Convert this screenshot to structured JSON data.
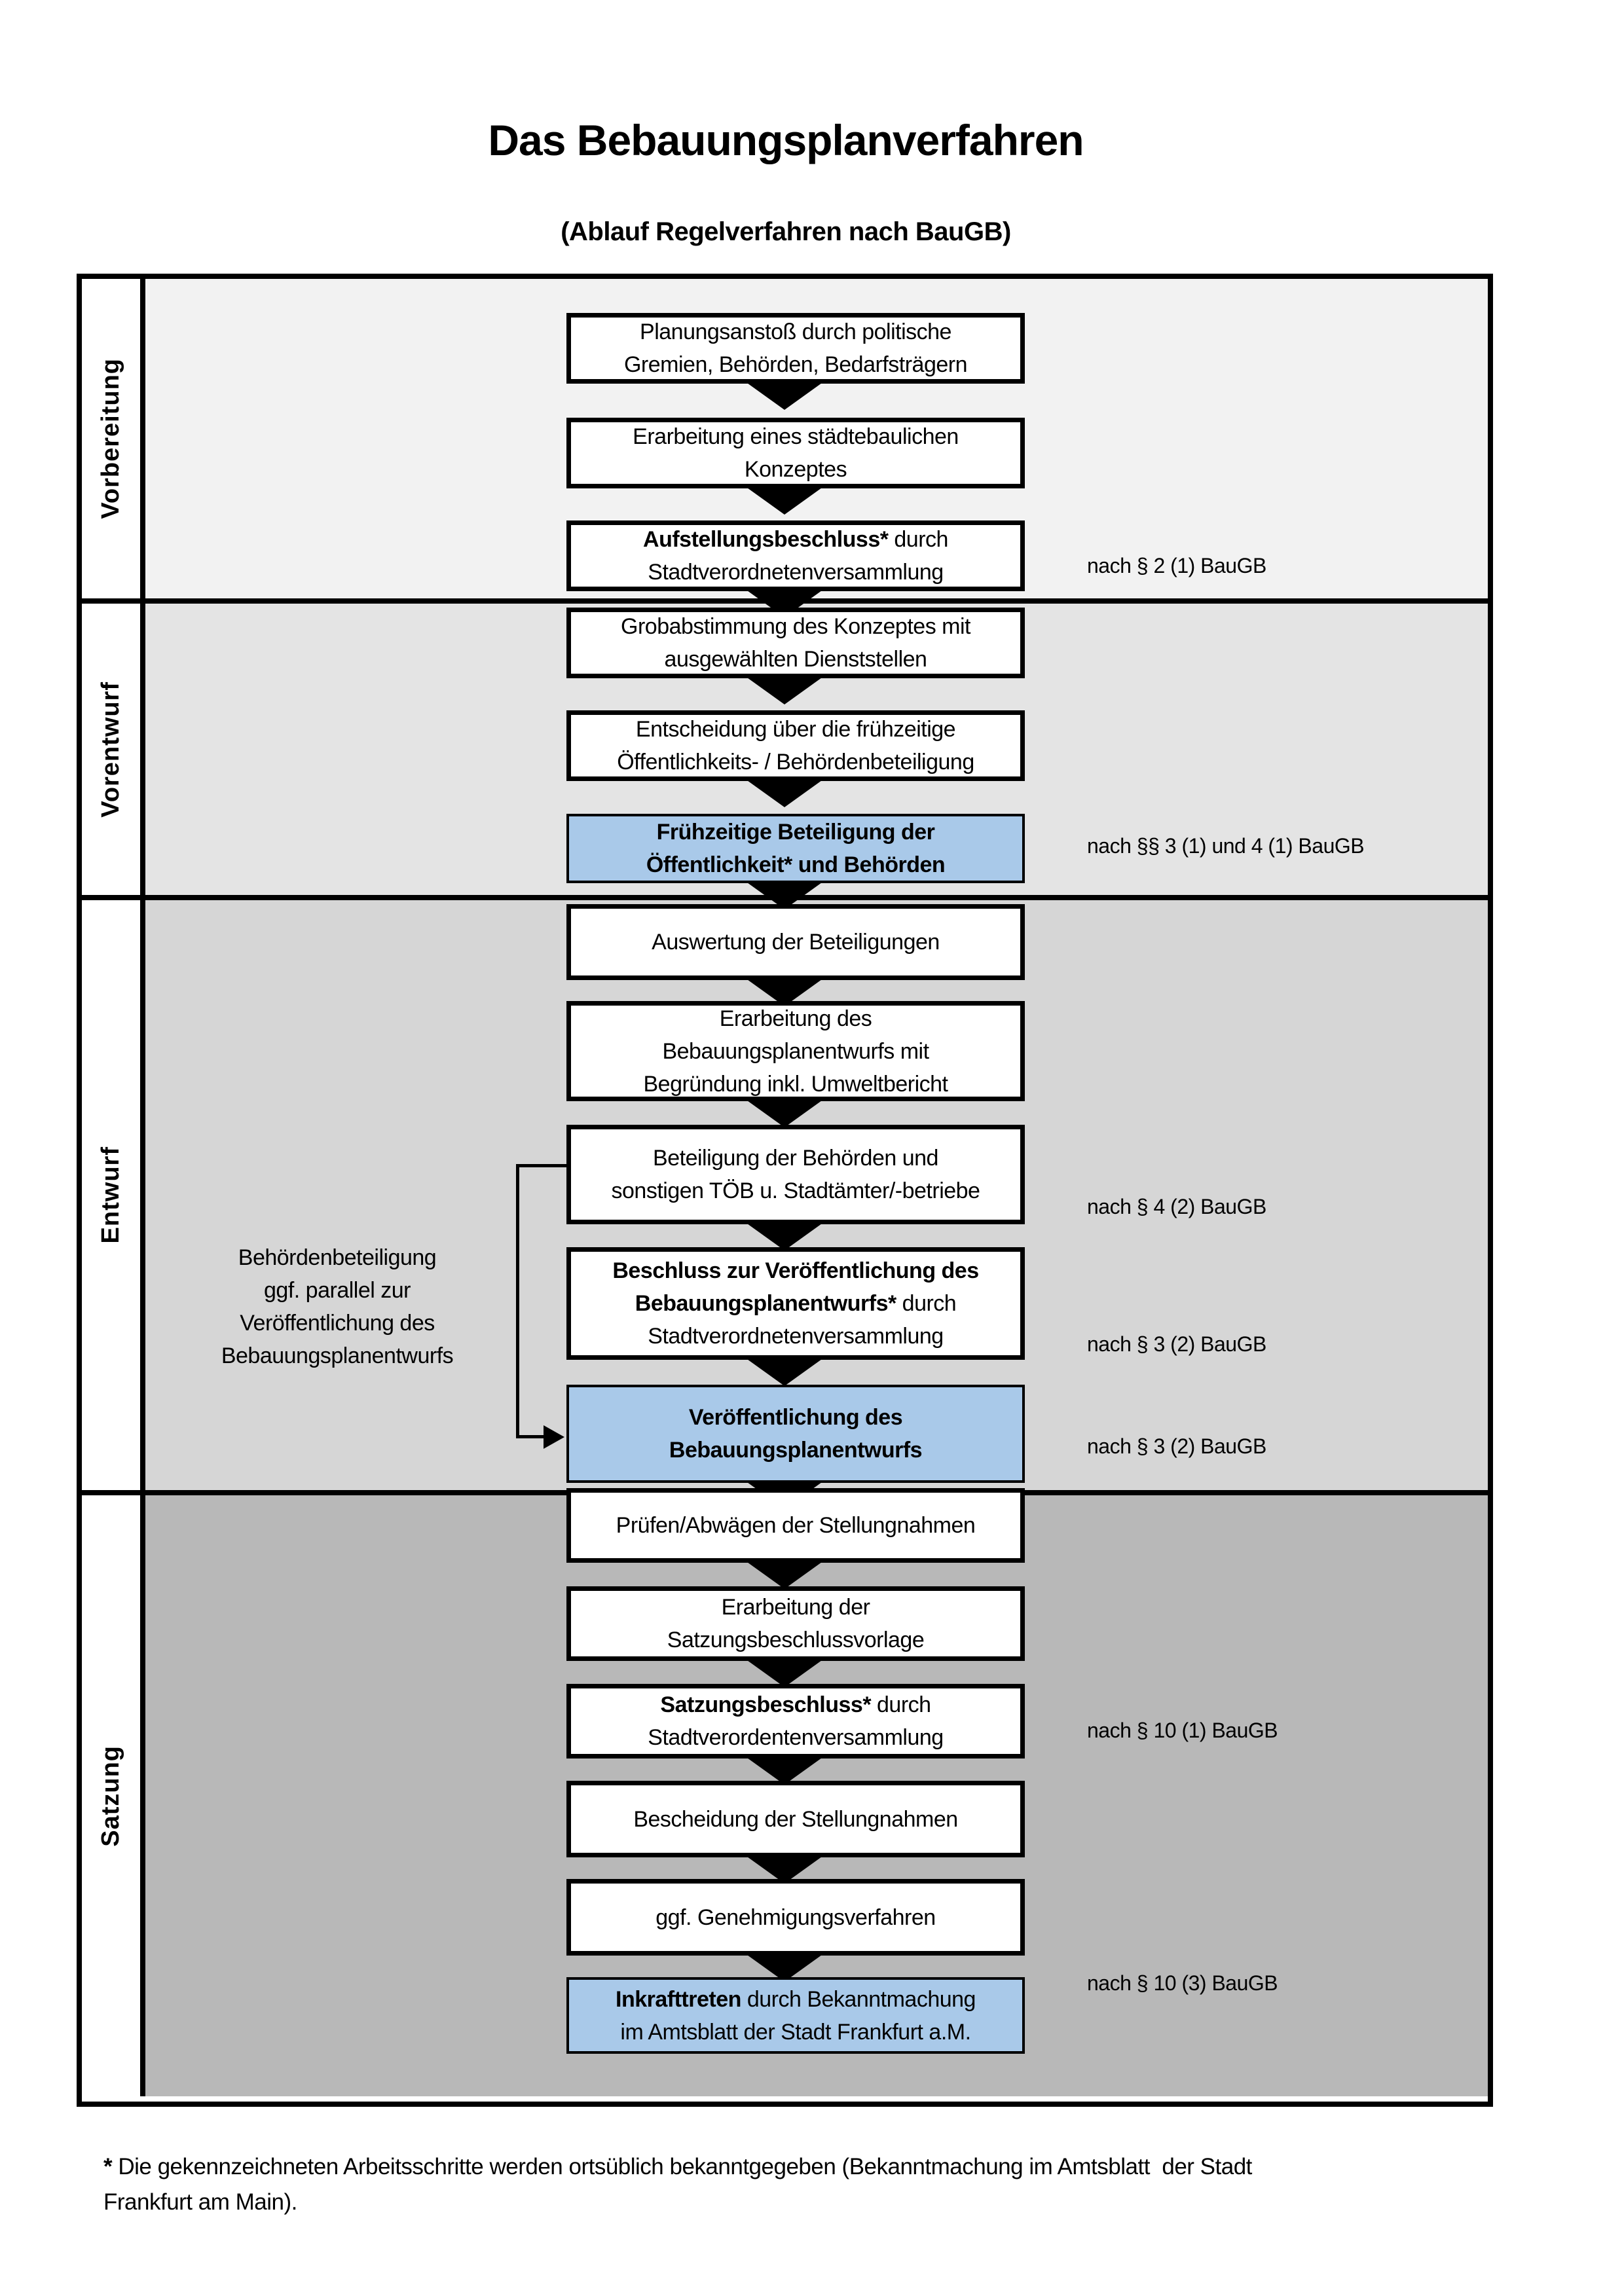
{
  "title": "Das Bebauungsplanverfahren",
  "subtitle": "(Ablauf Regelverfahren nach BauGB)",
  "colors": {
    "highlight_box": "#a9c9e9",
    "box_border": "#000000",
    "section_backgrounds": [
      "#f2f2f2",
      "#e4e4e4",
      "#d6d6d6",
      "#b8b8b8"
    ]
  },
  "sections": [
    {
      "label": "Vorbereitung",
      "steps": [
        {
          "bold": "",
          "text": "Planungsanstoß durch politische\nGremien, Behörden, Bedarfsträgern",
          "highlighted": false,
          "ref": ""
        },
        {
          "bold": "",
          "text": "Erarbeitung eines städtebaulichen\nKonzeptes",
          "highlighted": false,
          "ref": ""
        },
        {
          "bold": "Aufstellungsbeschluss*",
          "text": " durch\nStadtverordnetenversammlung",
          "highlighted": false,
          "ref": "nach § 2 (1) BauGB"
        }
      ]
    },
    {
      "label": "Vorentwurf",
      "steps": [
        {
          "bold": "",
          "text": "Grobabstimmung des Konzeptes mit\nausgewählten Dienststellen",
          "highlighted": false,
          "ref": ""
        },
        {
          "bold": "",
          "text": "Entscheidung über die frühzeitige\nÖffentlichkeits- / Behördenbeteiligung",
          "highlighted": false,
          "ref": ""
        },
        {
          "bold": "Frühzeitige Beteiligung der\nÖffentlichkeit* und Behörden",
          "text": "",
          "highlighted": true,
          "ref": "nach §§ 3 (1) und 4 (1) BauGB"
        }
      ]
    },
    {
      "label": "Entwurf",
      "steps": [
        {
          "bold": "",
          "text": "Auswertung der Beteiligungen",
          "highlighted": false,
          "ref": ""
        },
        {
          "bold": "",
          "text": "Erarbeitung des\nBebauungsplanentwurfs mit\nBegründung inkl. Umweltbericht",
          "highlighted": false,
          "ref": ""
        },
        {
          "bold": "",
          "text": "Beteiligung der Behörden und\nsonstigen TÖB u. Stadtämter/-betriebe",
          "highlighted": false,
          "ref": "nach § 4 (2) BauGB"
        },
        {
          "bold": "Beschluss zur Veröffentlichung des\nBebauungsplanentwurfs*",
          "text": " durch\nStadtverordnetenversammlung",
          "highlighted": false,
          "ref": "nach § 3 (2) BauGB"
        },
        {
          "bold": "Veröffentlichung des\nBebauungsplanentwurfs",
          "text": "",
          "highlighted": true,
          "ref": "nach § 3 (2) BauGB"
        }
      ]
    },
    {
      "label": "Satzung",
      "steps": [
        {
          "bold": "",
          "text": "Prüfen/Abwägen der Stellungnahmen",
          "highlighted": false,
          "ref": ""
        },
        {
          "bold": "",
          "text": "Erarbeitung der\nSatzungsbeschlussvorlage",
          "highlighted": false,
          "ref": ""
        },
        {
          "bold": "Satzungsbeschluss*",
          "text": " durch\nStadtverordentenversammlung",
          "highlighted": false,
          "ref": "nach § 10 (1) BauGB"
        },
        {
          "bold": "",
          "text": "Bescheidung der Stellungnahmen",
          "highlighted": false,
          "ref": ""
        },
        {
          "bold": "",
          "text": "ggf. Genehmigungsverfahren",
          "highlighted": false,
          "ref": ""
        },
        {
          "bold": "Inkrafttreten",
          "text": " durch Bekanntmachung\nim Amtsblatt der Stadt Frankfurt a.M.",
          "highlighted": true,
          "ref": "nach § 10 (3) BauGB"
        }
      ]
    }
  ],
  "side_note": "Behördenbeteiligung\nggf. parallel zur\nVeröffentlichung des\nBebauungsplanentwurfs",
  "footnote": {
    "marker": "*",
    "text": " Die gekennzeichneten Arbeitsschritte werden ortsüblich bekanntgegeben (Bekanntmachung im Amtsblatt  der Stadt\nFrankfurt am Main)."
  }
}
